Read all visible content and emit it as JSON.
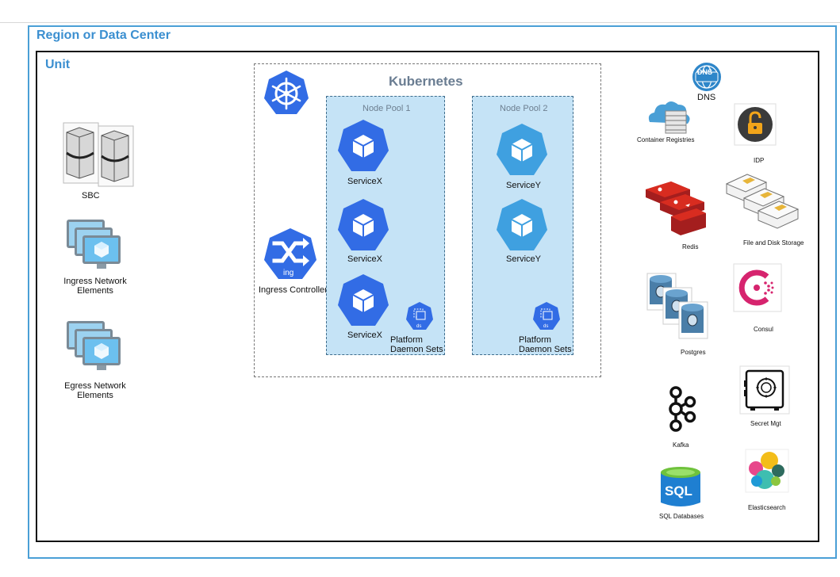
{
  "region": {
    "title": "Region or Data Center"
  },
  "unit": {
    "title": "Unit"
  },
  "left": {
    "sbc": "SBC",
    "ingress": [
      "Ingress Network",
      "Elements"
    ],
    "egress": [
      "Egress Network",
      "Elements"
    ]
  },
  "kubernetes": {
    "title": "Kubernetes",
    "ingress_controller": "Ingress Controller",
    "ing_label": "ing",
    "pool1": {
      "title": "Node Pool 1",
      "services": [
        "ServiceX",
        "ServiceX",
        "ServiceX"
      ],
      "daemon": [
        "Platform",
        "Daemon Sets"
      ],
      "ds_label": "ds"
    },
    "pool2": {
      "title": "Node Pool 2",
      "services": [
        "ServiceY",
        "ServiceY"
      ],
      "daemon": [
        "Platform",
        "Daemon Sets"
      ],
      "ds_label": "ds"
    }
  },
  "external": {
    "dns": "DNS",
    "dns_badge": "DNS",
    "container_registries": "Container Registries",
    "idp": "IDP",
    "redis": "Redis",
    "file_storage": "File and Disk Storage",
    "postgres": "Postgres",
    "consul": "Consul",
    "kafka": "Kafka",
    "secret_mgt": "Secret Mgt",
    "sql_databases": "SQL Databases",
    "sql_badge": "SQL",
    "elasticsearch": "Elasticsearch"
  },
  "colors": {
    "region_border": "#4a9fd6",
    "k8s_blue": "#326ce5",
    "pool_fill": "#c5e3f6",
    "service_y_blue": "#3fa0e0",
    "redis_red": "#c62828",
    "consul_pink": "#d6246e"
  }
}
